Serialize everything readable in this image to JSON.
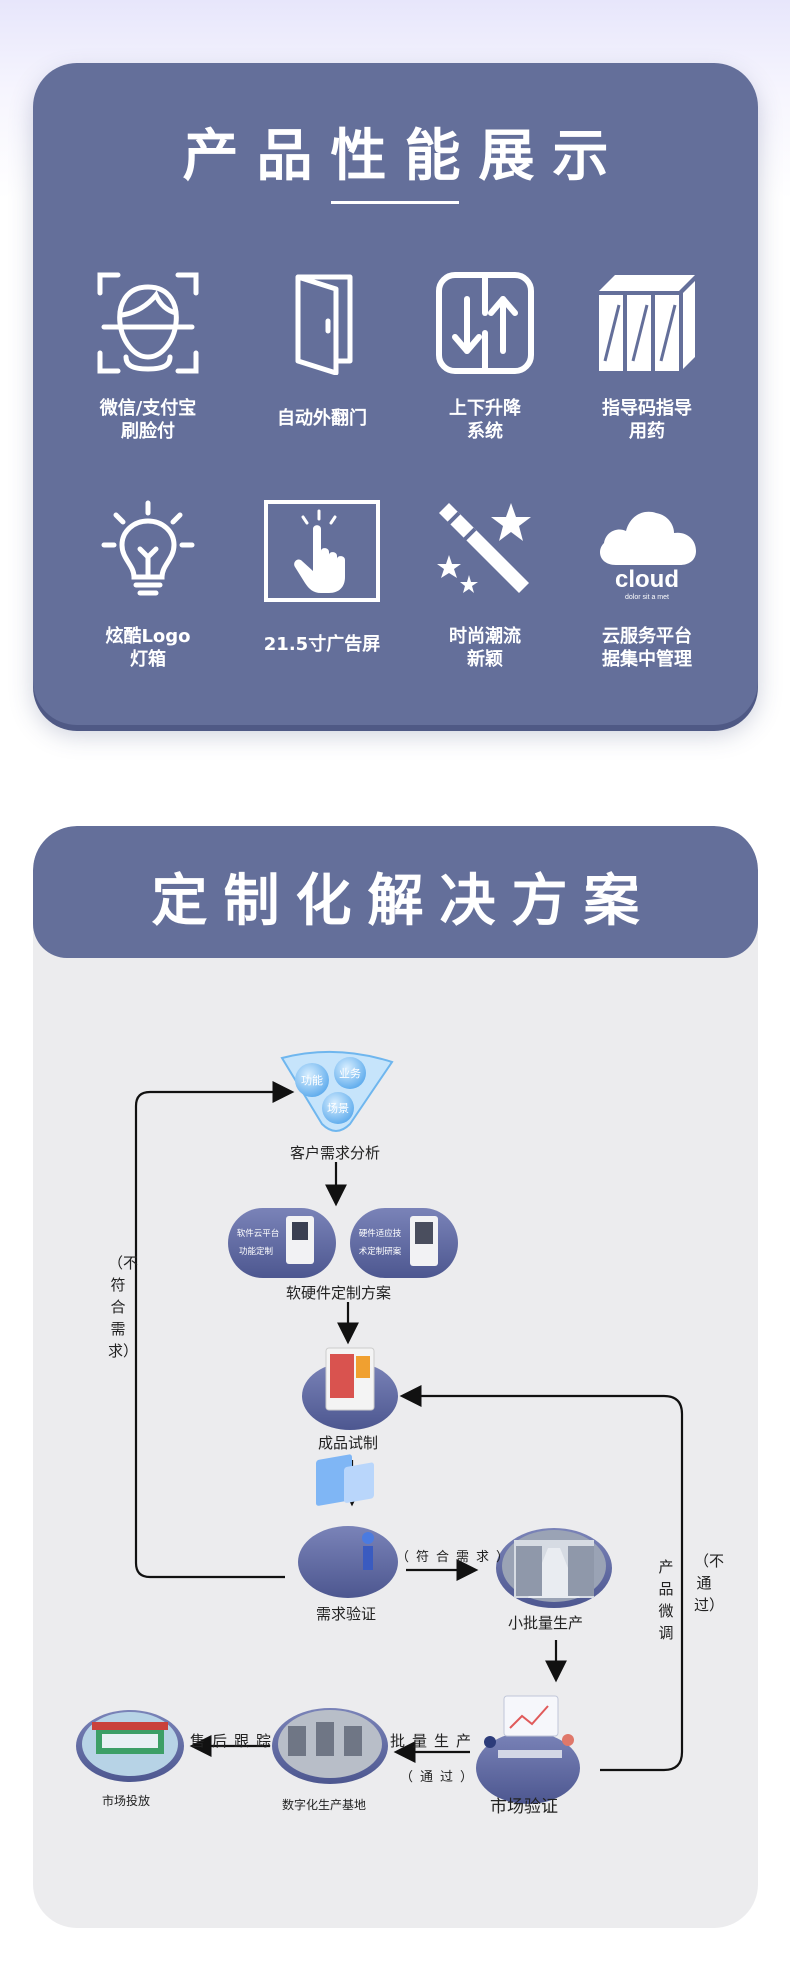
{
  "performance": {
    "title": "产品性能展示",
    "features": [
      {
        "label": "微信/支付宝\n刷脸付",
        "icon": "face-scan-icon"
      },
      {
        "label": "自动外翻门",
        "icon": "door-icon"
      },
      {
        "label": "上下升降\n系统",
        "icon": "up-down-arrows-icon"
      },
      {
        "label": "指导码指导\n用药",
        "icon": "box-grid-icon"
      },
      {
        "label": "炫酷Logo\n灯箱",
        "icon": "light-bulb-icon"
      },
      {
        "label": "21.5寸广告屏",
        "icon": "touch-screen-icon"
      },
      {
        "label": "时尚潮流\n新颖",
        "icon": "magic-wand-icon"
      },
      {
        "label": "云服务平台\n据集中管理",
        "icon": "cloud-icon"
      }
    ],
    "cloud_word": "cloud",
    "cloud_small": "dolor sit a met"
  },
  "solution": {
    "title": "定制化解决方案",
    "funnel_words": [
      "功能",
      "业务",
      "场景"
    ],
    "steps": {
      "analysis": "客户需求分析",
      "custom": "软硬件定制方案",
      "custom_left_1": "软件云平台",
      "custom_left_2": "功能定制",
      "custom_right_1": "硬件适应技",
      "custom_right_2": "术定制研案",
      "trial": "成品试制",
      "verify": "需求验证",
      "small_batch": "小批量生产",
      "market_verify": "市场验证",
      "digital_base": "数字化生产基地",
      "market_launch": "市场投放"
    },
    "edges": {
      "not_meet": "（不符合需求）",
      "meet": "（符合需求）",
      "not_pass": "（不通过）",
      "fine_tune": "产品微调",
      "mass_production": "批量生产",
      "pass": "（通过）",
      "after_sales": "售后跟踪"
    }
  }
}
